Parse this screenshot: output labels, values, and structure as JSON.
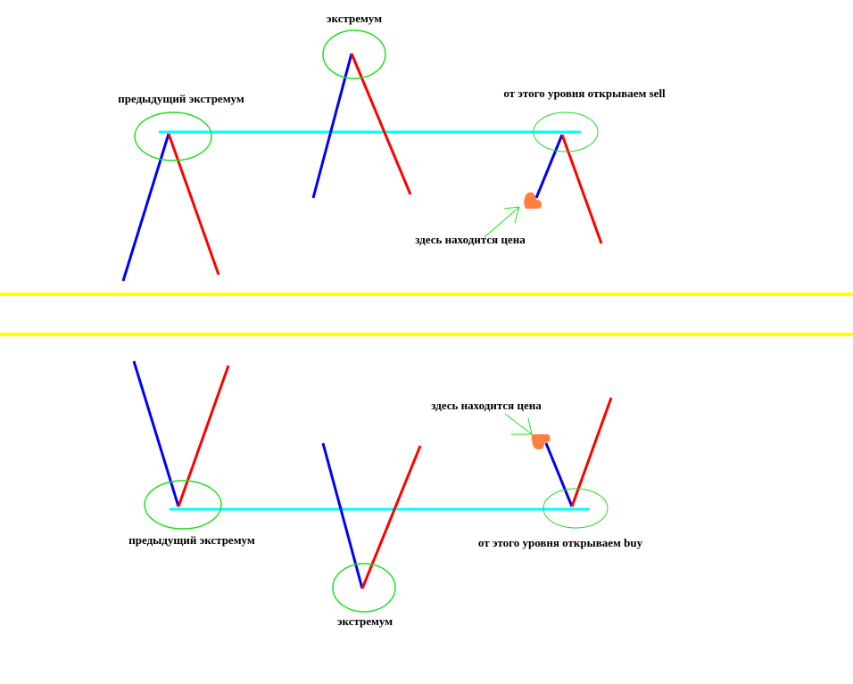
{
  "colors": {
    "up": "#0000ff",
    "down": "#ff0000",
    "level": "#00ffff",
    "circle": "#22dd22",
    "divider": "#ffff00",
    "price": "#ff8040"
  },
  "top": {
    "extremum_label": "экстремум",
    "prev_extremum_label": "предыдущий экстремум",
    "open_label": "от этого уровня открываем sell",
    "price_label": "здесь находится цена"
  },
  "bottom": {
    "extremum_label": "экстремум",
    "prev_extremum_label": "предыдущий экстремум",
    "open_label": "от этого уровня открываем buy",
    "price_label": "здесь находится цена"
  }
}
